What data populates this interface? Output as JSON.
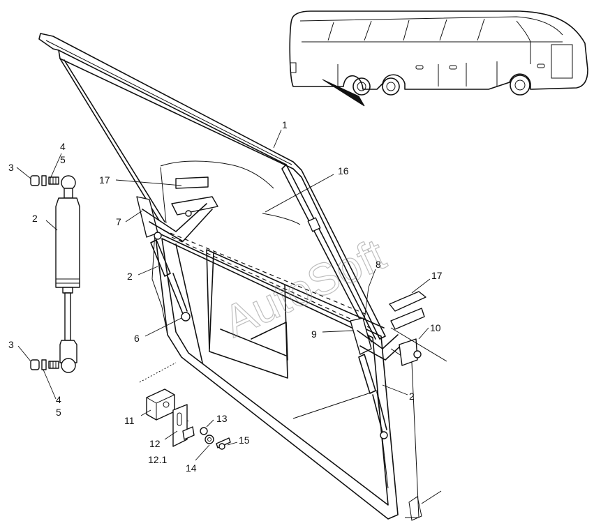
{
  "watermark": "AutoSoft",
  "callouts": [
    {
      "id": "c-1",
      "text": "1"
    },
    {
      "id": "c-2a",
      "text": "2"
    },
    {
      "id": "c-2b",
      "text": "2"
    },
    {
      "id": "c-2c",
      "text": "2"
    },
    {
      "id": "c-3a",
      "text": "3"
    },
    {
      "id": "c-3b",
      "text": "3"
    },
    {
      "id": "c-4a",
      "text": "4"
    },
    {
      "id": "c-4b",
      "text": "4"
    },
    {
      "id": "c-5a",
      "text": "5"
    },
    {
      "id": "c-5b",
      "text": "5"
    },
    {
      "id": "c-6",
      "text": "6"
    },
    {
      "id": "c-7",
      "text": "7"
    },
    {
      "id": "c-8",
      "text": "8"
    },
    {
      "id": "c-9",
      "text": "9"
    },
    {
      "id": "c-10",
      "text": "10"
    },
    {
      "id": "c-11",
      "text": "11"
    },
    {
      "id": "c-12",
      "text": "12"
    },
    {
      "id": "c-12-1",
      "text": "12.1"
    },
    {
      "id": "c-13",
      "text": "13"
    },
    {
      "id": "c-14",
      "text": "14"
    },
    {
      "id": "c-15",
      "text": "15"
    },
    {
      "id": "c-16",
      "text": "16"
    },
    {
      "id": "c-17a",
      "text": "17"
    },
    {
      "id": "c-17b",
      "text": "17"
    }
  ]
}
